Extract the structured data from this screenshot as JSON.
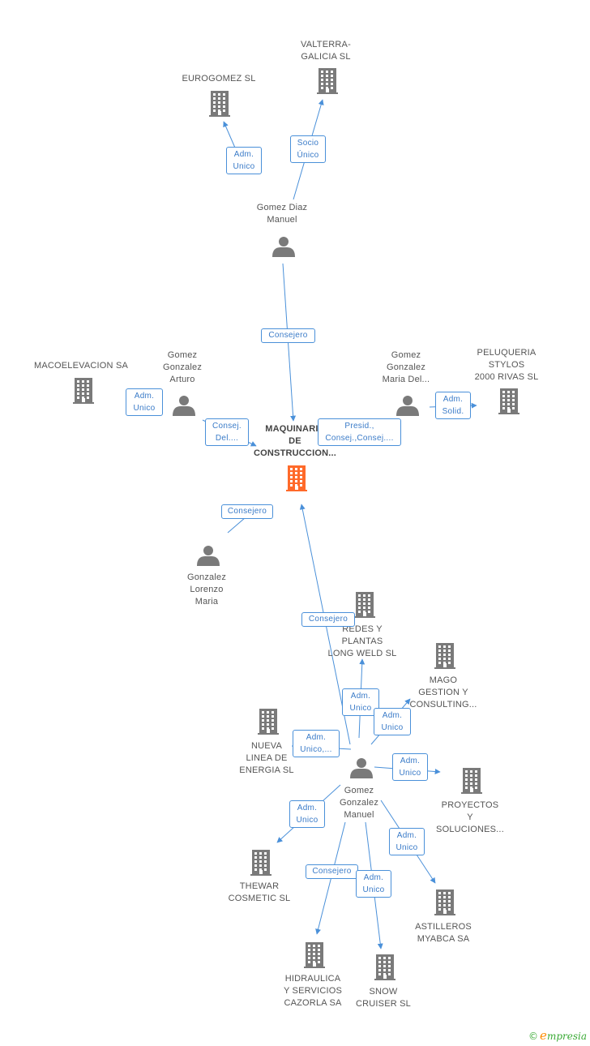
{
  "colors": {
    "building": "#7a7a7a",
    "center_building": "#ff6a2a",
    "person": "#7a7a7a",
    "edge": "#4a90d9"
  },
  "nodes": [
    {
      "id": "eurogomez",
      "type": "company",
      "label": "EUROGOMEZ SL"
    },
    {
      "id": "valterra",
      "type": "company",
      "label": "VALTERRA-\nGALICIA SL"
    },
    {
      "id": "gomez_diaz",
      "type": "person",
      "label": "Gomez Diaz\nManuel"
    },
    {
      "id": "macoelevacion",
      "type": "company",
      "label": "MACOELEVACION SA"
    },
    {
      "id": "gomez_arturo",
      "type": "person",
      "label": "Gomez\nGonzalez\nArturo"
    },
    {
      "id": "center",
      "type": "center",
      "label": "MAQUINARIA\nDE\nCONSTRUCCION..."
    },
    {
      "id": "gomez_maria",
      "type": "person",
      "label": "Gomez\nGonzalez\nMaria Del..."
    },
    {
      "id": "peluqueria",
      "type": "company",
      "label": "PELUQUERIA\nSTYLOS\n2000 RIVAS SL"
    },
    {
      "id": "gonzalez_lorenzo",
      "type": "person",
      "label": "Gonzalez\nLorenzo\nMaria"
    },
    {
      "id": "redes",
      "type": "company",
      "label": "REDES Y\nPLANTAS\nLONG WELD SL"
    },
    {
      "id": "mago",
      "type": "company",
      "label": "MAGO\nGESTION Y\nCONSULTING..."
    },
    {
      "id": "nueva",
      "type": "company",
      "label": "NUEVA\nLINEA DE\nENERGIA SL"
    },
    {
      "id": "gomez_manuel",
      "type": "person",
      "label": "Gomez\nGonzalez\nManuel"
    },
    {
      "id": "proyectos",
      "type": "company",
      "label": "PROYECTOS\nY\nSOLUCIONES..."
    },
    {
      "id": "thewar",
      "type": "company",
      "label": "THEWAR\nCOSMETIC SL"
    },
    {
      "id": "astilleros",
      "type": "company",
      "label": "ASTILLEROS\nMYABCA SA"
    },
    {
      "id": "hidraulica",
      "type": "company",
      "label": "HIDRAULICA\nY SERVICIOS\nCAZORLA SA"
    },
    {
      "id": "snow",
      "type": "company",
      "label": "SNOW\nCRUISER SL"
    }
  ],
  "edges": [
    {
      "id": "e1",
      "from": "gomez_diaz",
      "to": "eurogomez",
      "label": "Adm.\nUnico"
    },
    {
      "id": "e2",
      "from": "gomez_diaz",
      "to": "valterra",
      "label": "Socio\nÚnico"
    },
    {
      "id": "e3",
      "from": "gomez_diaz",
      "to": "center",
      "label": "Consejero"
    },
    {
      "id": "e4",
      "from": "gomez_arturo",
      "to": "macoelevacion",
      "label": "Adm.\nUnico"
    },
    {
      "id": "e5",
      "from": "gomez_arturo",
      "to": "center",
      "label": "Consej.\nDel...."
    },
    {
      "id": "e6",
      "from": "gomez_maria",
      "to": "center",
      "label": "Presid.,\nConsej.,Consej...."
    },
    {
      "id": "e7",
      "from": "gomez_maria",
      "to": "peluqueria",
      "label": "Adm.\nSolid."
    },
    {
      "id": "e8",
      "from": "gonzalez_lorenzo",
      "to": "center",
      "label": "Consejero"
    },
    {
      "id": "e9",
      "from": "gomez_manuel",
      "to": "center",
      "label": "Consejero"
    },
    {
      "id": "e10",
      "from": "gomez_manuel",
      "to": "redes",
      "label": "Adm.\nUnico"
    },
    {
      "id": "e11",
      "from": "gomez_manuel",
      "to": "mago",
      "label": "Adm.\nUnico"
    },
    {
      "id": "e12",
      "from": "gomez_manuel",
      "to": "nueva",
      "label": "Adm.\nUnico,..."
    },
    {
      "id": "e13",
      "from": "gomez_manuel",
      "to": "proyectos",
      "label": "Adm.\nUnico"
    },
    {
      "id": "e14",
      "from": "gomez_manuel",
      "to": "thewar",
      "label": "Adm.\nUnico"
    },
    {
      "id": "e15",
      "from": "gomez_manuel",
      "to": "astilleros",
      "label": "Adm.\nUnico"
    },
    {
      "id": "e16",
      "from": "gomez_manuel",
      "to": "hidraulica",
      "label": "Consejero"
    },
    {
      "id": "e17",
      "from": "gomez_manuel",
      "to": "snow",
      "label": "Adm.\nUnico"
    }
  ],
  "footer": {
    "copyright": "©",
    "brand_initial": "e",
    "brand_rest": "mpresia"
  }
}
